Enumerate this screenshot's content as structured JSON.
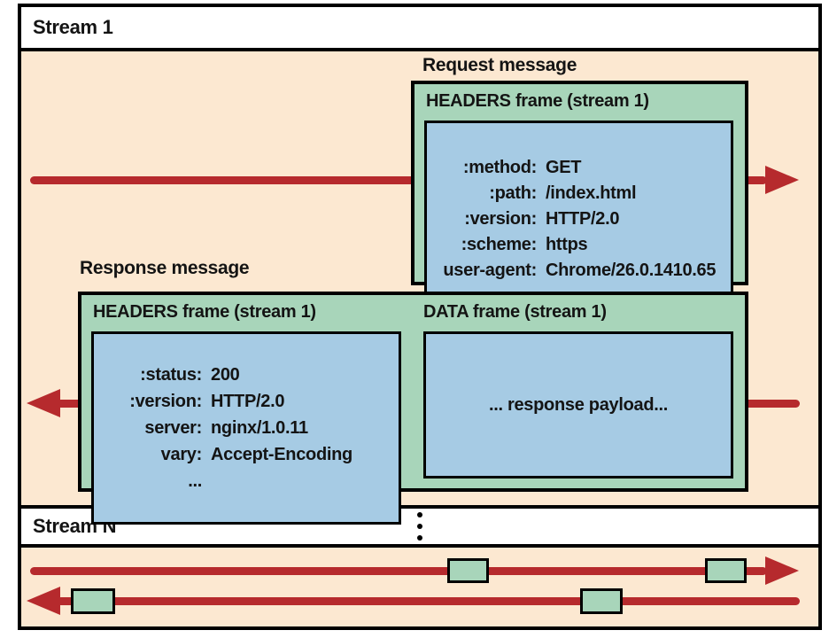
{
  "stream_bars": {
    "stream1": "Stream 1",
    "streamN": "Stream N"
  },
  "request": {
    "label": "Request message",
    "frame_title": "HEADERS frame (stream 1)",
    "headers": [
      {
        "key": ":method:",
        "value": "GET"
      },
      {
        "key": ":path:",
        "value": "/index.html"
      },
      {
        "key": ":version:",
        "value": "HTTP/2.0"
      },
      {
        "key": ":scheme:",
        "value": "https"
      },
      {
        "key": "user-agent:",
        "value": "Chrome/26.0.1410.65"
      }
    ]
  },
  "response": {
    "label": "Response message",
    "headers_frame_title": "HEADERS frame (stream 1)",
    "data_frame_title": "DATA frame (stream 1)",
    "headers": [
      {
        "key": ":status:",
        "value": "200"
      },
      {
        "key": ":version:",
        "value": "HTTP/2.0"
      },
      {
        "key": "server:",
        "value": "nginx/1.0.11"
      },
      {
        "key": "vary:",
        "value": "Accept-Encoding"
      },
      {
        "key": "...",
        "value": ""
      }
    ],
    "data_frame_content": "... response payload..."
  },
  "icons": {
    "vertical_ellipsis": "⋮"
  },
  "colors": {
    "background_peach": "#fce8d1",
    "frame_green": "#a8d5ba",
    "payload_blue": "#a6cbe4",
    "arrow_red": "#b62a2d",
    "border_black": "#000000"
  }
}
